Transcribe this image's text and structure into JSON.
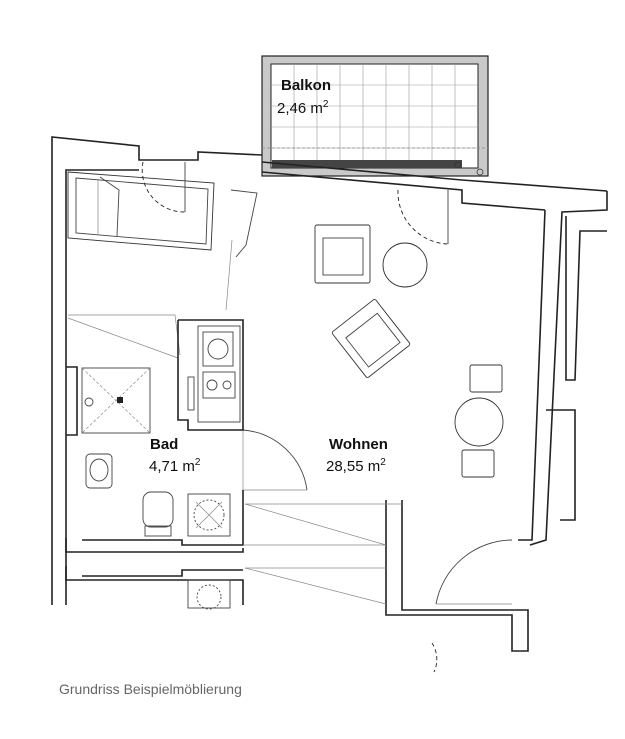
{
  "rooms": {
    "balkon": {
      "name": "Balkon",
      "area_value": "2,46 m",
      "area_sup": "2"
    },
    "bad": {
      "name": "Bad",
      "area_value": "4,71 m",
      "area_sup": "2"
    },
    "wohnen": {
      "name": "Wohnen",
      "area_value": "28,55 m",
      "area_sup": "2"
    }
  },
  "caption": "Grundriss Beispielmöblierung"
}
